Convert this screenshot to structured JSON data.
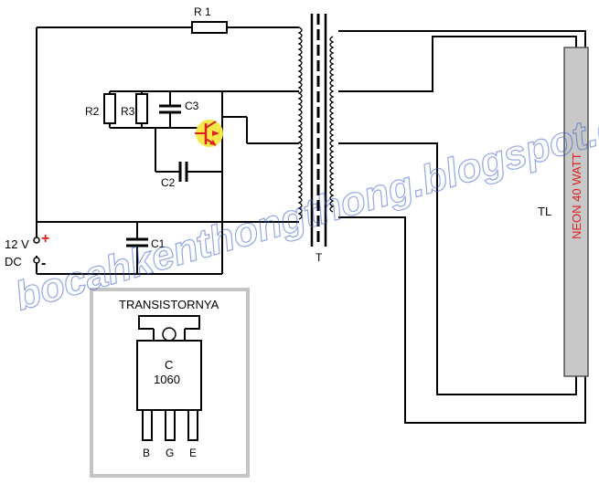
{
  "labels": {
    "r1": "R 1",
    "r2": "R2",
    "r3": "R3",
    "c1": "C1",
    "c2": "C2",
    "c3": "C3",
    "transformer": "T",
    "tube": "TL",
    "neon": "NEON 40 WATT",
    "supply_voltage": "12 V",
    "supply_type": "DC",
    "plus": "+",
    "minus": "-"
  },
  "transistor": {
    "title": "TRANSISTORNYA",
    "type_line1": "C",
    "type_line2": "1060",
    "pin_b": "B",
    "pin_g": "G",
    "pin_e": "E"
  },
  "watermark": "bocahkenthongthong.blogspot.com",
  "colors": {
    "highlight": "#f5e84a",
    "transistor_symbol": "#e02020",
    "tube_fill": "#c8c8c8",
    "frame": "#c4c4c4",
    "watermark": "#3a5fcd"
  }
}
